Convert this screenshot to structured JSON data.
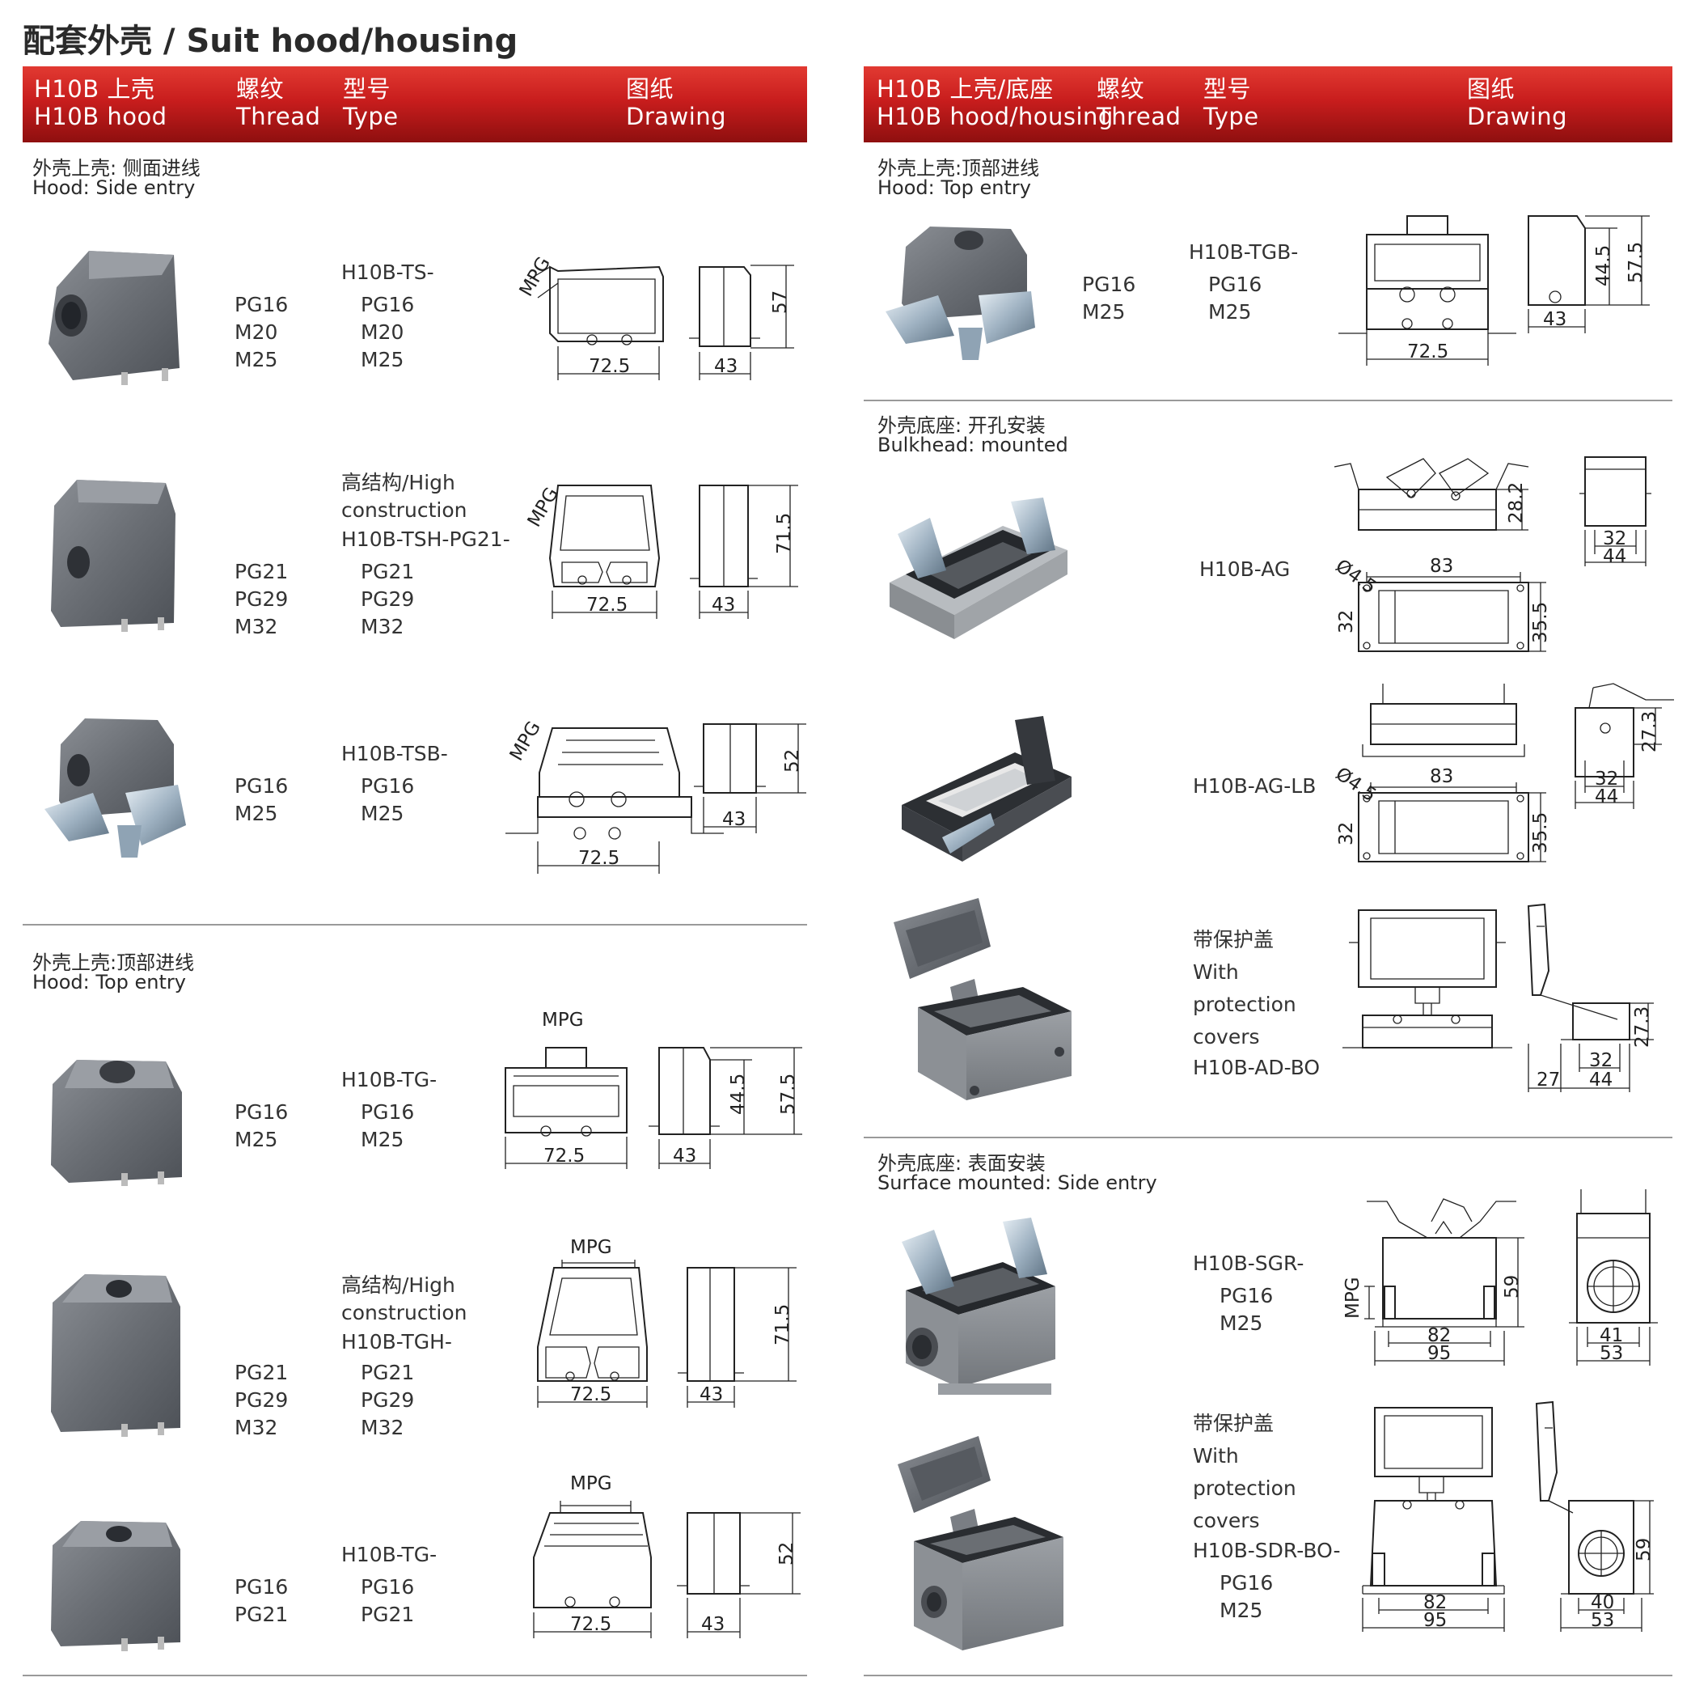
{
  "page_title": "配套外壳 / Suit hood/housing",
  "left_header": {
    "product_zh": "H10B 上壳",
    "product_en": "H10B hood",
    "thread_zh": "螺纹",
    "thread_en": "Thread",
    "type_zh": "型号",
    "type_en": "Type",
    "drawing_zh": "图纸",
    "drawing_en": "Drawing"
  },
  "right_header": {
    "product_zh": "H10B 上壳/底座",
    "product_en": "H10B hood/housing",
    "thread_zh": "螺纹",
    "thread_en": "Thread",
    "type_zh": "型号",
    "type_en": "Type",
    "drawing_zh": "图纸",
    "drawing_en": "Drawing"
  },
  "left_sections": [
    {
      "title_zh": "外壳上壳: 侧面进线",
      "title_en": "Hood: Side entry",
      "rows": [
        {
          "threads": [
            "PG16",
            "M20",
            "M25"
          ],
          "type_lines": [
            "H10B-TS-"
          ],
          "type_variants": [
            "PG16",
            "M20",
            "M25"
          ],
          "dims": {
            "side": "MPG",
            "width": "72.5",
            "depth": "43",
            "height": "57"
          }
        },
        {
          "threads": [
            "PG21",
            "PG29",
            "M32"
          ],
          "type_lines": [
            "高结构/High",
            "construction",
            "H10B-TSH-PG21-"
          ],
          "type_variants": [
            "PG21",
            "PG29",
            "M32"
          ],
          "dims": {
            "side": "MPG",
            "width": "72.5",
            "depth": "43",
            "height": "71.5"
          }
        },
        {
          "threads": [
            "PG16",
            "M25"
          ],
          "type_lines": [
            "H10B-TSB-"
          ],
          "type_variants": [
            "PG16",
            "M25"
          ],
          "dims": {
            "side": "MPG",
            "width": "72.5",
            "depth": "43",
            "height": "52"
          }
        }
      ]
    },
    {
      "title_zh": "外壳上壳:顶部进线",
      "title_en": "Hood: Top entry",
      "rows": [
        {
          "threads": [
            "PG16",
            "M25"
          ],
          "type_lines": [
            "H10B-TG-"
          ],
          "type_variants": [
            "PG16",
            "M25"
          ],
          "dims": {
            "top": "MPG",
            "width": "72.5",
            "depth": "43",
            "inner": "44.5",
            "height": "57.5"
          }
        },
        {
          "threads": [
            "PG21",
            "PG29",
            "M32"
          ],
          "type_lines": [
            "高结构/High",
            "construction",
            "H10B-TGH-"
          ],
          "type_variants": [
            "PG21",
            "PG29",
            "M32"
          ],
          "dims": {
            "top": "MPG",
            "width": "72.5",
            "depth": "43",
            "height": "71.5"
          }
        },
        {
          "threads": [
            "PG16",
            "PG21"
          ],
          "type_lines": [
            "H10B-TG-"
          ],
          "type_variants": [
            "PG16",
            "PG21"
          ],
          "dims": {
            "top": "MPG",
            "width": "72.5",
            "depth": "43",
            "height": "52"
          }
        }
      ]
    }
  ],
  "right_sections": [
    {
      "title_zh": "外壳上壳:顶部进线",
      "title_en": "Hood: Top entry",
      "rows": [
        {
          "threads": [
            "PG16",
            "M25"
          ],
          "type_lines": [
            "H10B-TGB-"
          ],
          "type_variants": [
            "PG16",
            "M25"
          ],
          "dims": {
            "width": "72.5",
            "depth": "43",
            "inner": "44.5",
            "height": "57.5"
          }
        }
      ]
    },
    {
      "title_zh": "外壳底座: 开孔安装",
      "title_en": "Bulkhead: mounted",
      "rows": [
        {
          "type_lines": [
            "H10B-AG"
          ],
          "dims": {
            "height": "28.2",
            "w1": "32",
            "w2": "44",
            "hole": "Ø4.5",
            "length": "83",
            "a": "32",
            "b": "35.5"
          }
        },
        {
          "type_lines": [
            "H10B-AG-LB"
          ],
          "dims": {
            "height": "27.3",
            "w1": "32",
            "w2": "44",
            "hole": "Ø4.5",
            "length": "83",
            "a": "32",
            "b": "35.5"
          }
        },
        {
          "type_lines": [
            "带保护盖",
            "With",
            "protection",
            "covers",
            "H10B-AD-BO"
          ],
          "dims": {
            "height": "27.3",
            "w1": "32",
            "w2": "44",
            "offset": "27"
          }
        }
      ]
    },
    {
      "title_zh": "外壳底座: 表面安装",
      "title_en": "Surface mounted: Side entry",
      "rows": [
        {
          "type_lines": [
            "H10B-SGR-"
          ],
          "type_variants": [
            "PG16",
            "M25"
          ],
          "dims": {
            "side": "MPG",
            "height": "59",
            "inner": "82",
            "outer": "95",
            "d1": "41",
            "d2": "53"
          }
        },
        {
          "type_lines": [
            "带保护盖",
            "With",
            "protection",
            "covers",
            "H10B-SDR-BO-"
          ],
          "type_variants": [
            "PG16",
            "M25"
          ],
          "dims": {
            "height": "59",
            "inner": "82",
            "outer": "95",
            "d1": "40",
            "d2": "53"
          }
        }
      ]
    }
  ],
  "colors": {
    "header_red": "#c81d1d",
    "product_grey": "#6e7278",
    "divider": "#9a9a9a"
  }
}
